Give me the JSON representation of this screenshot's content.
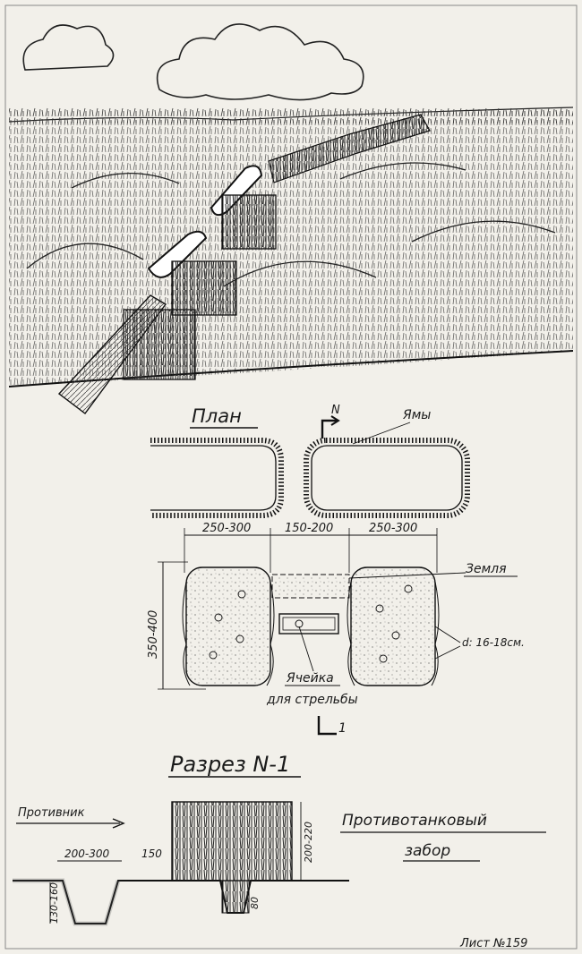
{
  "plan": {
    "title": "План",
    "north": "N",
    "pits_label": "Ямы",
    "earth_label": "Земля",
    "diameter_label": "d: 16-18см.",
    "cell_label_1": "Ячейка",
    "cell_label_2": "для стрельбы",
    "dim_width_left": "250-300",
    "dim_gap": "150-200",
    "dim_width_right": "250-300",
    "dim_height": "350-400",
    "section_mark": "1"
  },
  "section": {
    "title": "Разрез N-1",
    "enemy_label": "Противник",
    "dim_ditch_width": "200-300",
    "dim_gap": "150",
    "dim_ditch_depth": "130-160",
    "dim_fence_height": "200-220",
    "dim_post_depth": "80"
  },
  "caption": {
    "line1": "Противотанковый",
    "line2": "забор"
  },
  "sheet_number": "Лист №159",
  "colors": {
    "ink": "#1a1a1a",
    "paper": "#f2f0ea"
  }
}
